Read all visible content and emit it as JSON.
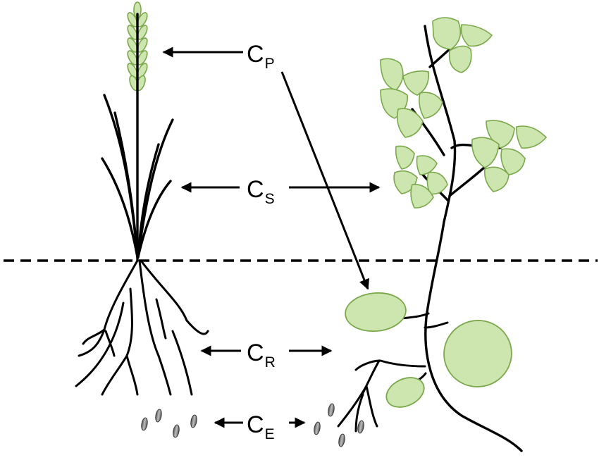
{
  "labels": {
    "cp": {
      "main": "C",
      "sub": "P"
    },
    "cs": {
      "main": "C",
      "sub": "S"
    },
    "cr": {
      "main": "C",
      "sub": "R"
    },
    "ce": {
      "main": "C",
      "sub": "E"
    }
  },
  "colors": {
    "leaf_fill": "#cde6b0",
    "leaf_stroke": "#7aa84a",
    "seed_fill": "#777777",
    "line": "#000000"
  }
}
